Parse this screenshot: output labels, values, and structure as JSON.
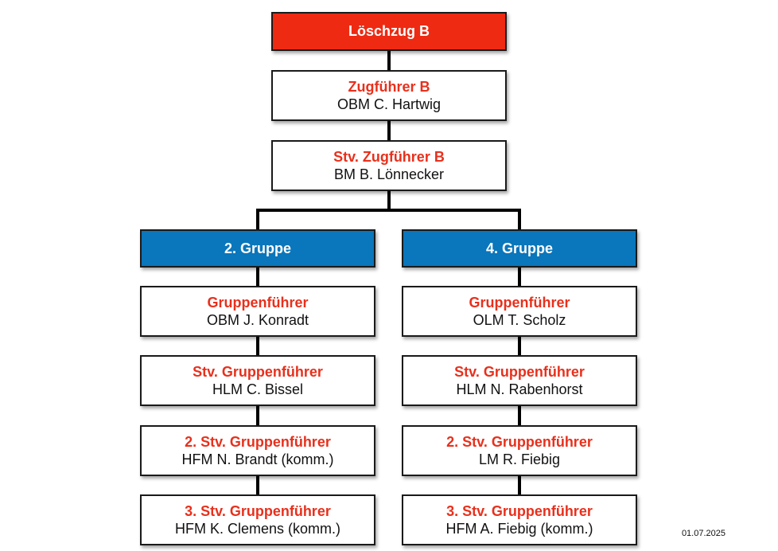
{
  "top": {
    "title": "Löschzug B"
  },
  "zugfuehrer": {
    "role": "Zugführer B",
    "name": "OBM C. Hartwig"
  },
  "stv_zugfuehrer": {
    "role": "Stv. Zugführer B",
    "name": "BM B. Lönnecker"
  },
  "groups": [
    {
      "title": "2. Gruppe",
      "members": [
        {
          "role": "Gruppenführer",
          "name": "OBM J. Konradt"
        },
        {
          "role": "Stv. Gruppenführer",
          "name": "HLM C. Bissel"
        },
        {
          "role": "2. Stv. Gruppenführer",
          "name": "HFM N. Brandt (komm.)"
        },
        {
          "role": "3. Stv. Gruppenführer",
          "name": "HFM K. Clemens (komm.)"
        }
      ]
    },
    {
      "title": "4. Gruppe",
      "members": [
        {
          "role": "Gruppenführer",
          "name": "OLM T. Scholz"
        },
        {
          "role": "Stv. Gruppenführer",
          "name": "HLM N. Rabenhorst"
        },
        {
          "role": "2. Stv. Gruppenführer",
          "name": "LM R. Fiebig"
        },
        {
          "role": "3. Stv. Gruppenführer",
          "name": "HFM A. Fiebig (komm.)"
        }
      ]
    }
  ],
  "date": "01.07.2025",
  "colors": {
    "top_fill": "#ee2a12",
    "group_fill": "#0a76bb",
    "role_text": "#e8301c"
  }
}
